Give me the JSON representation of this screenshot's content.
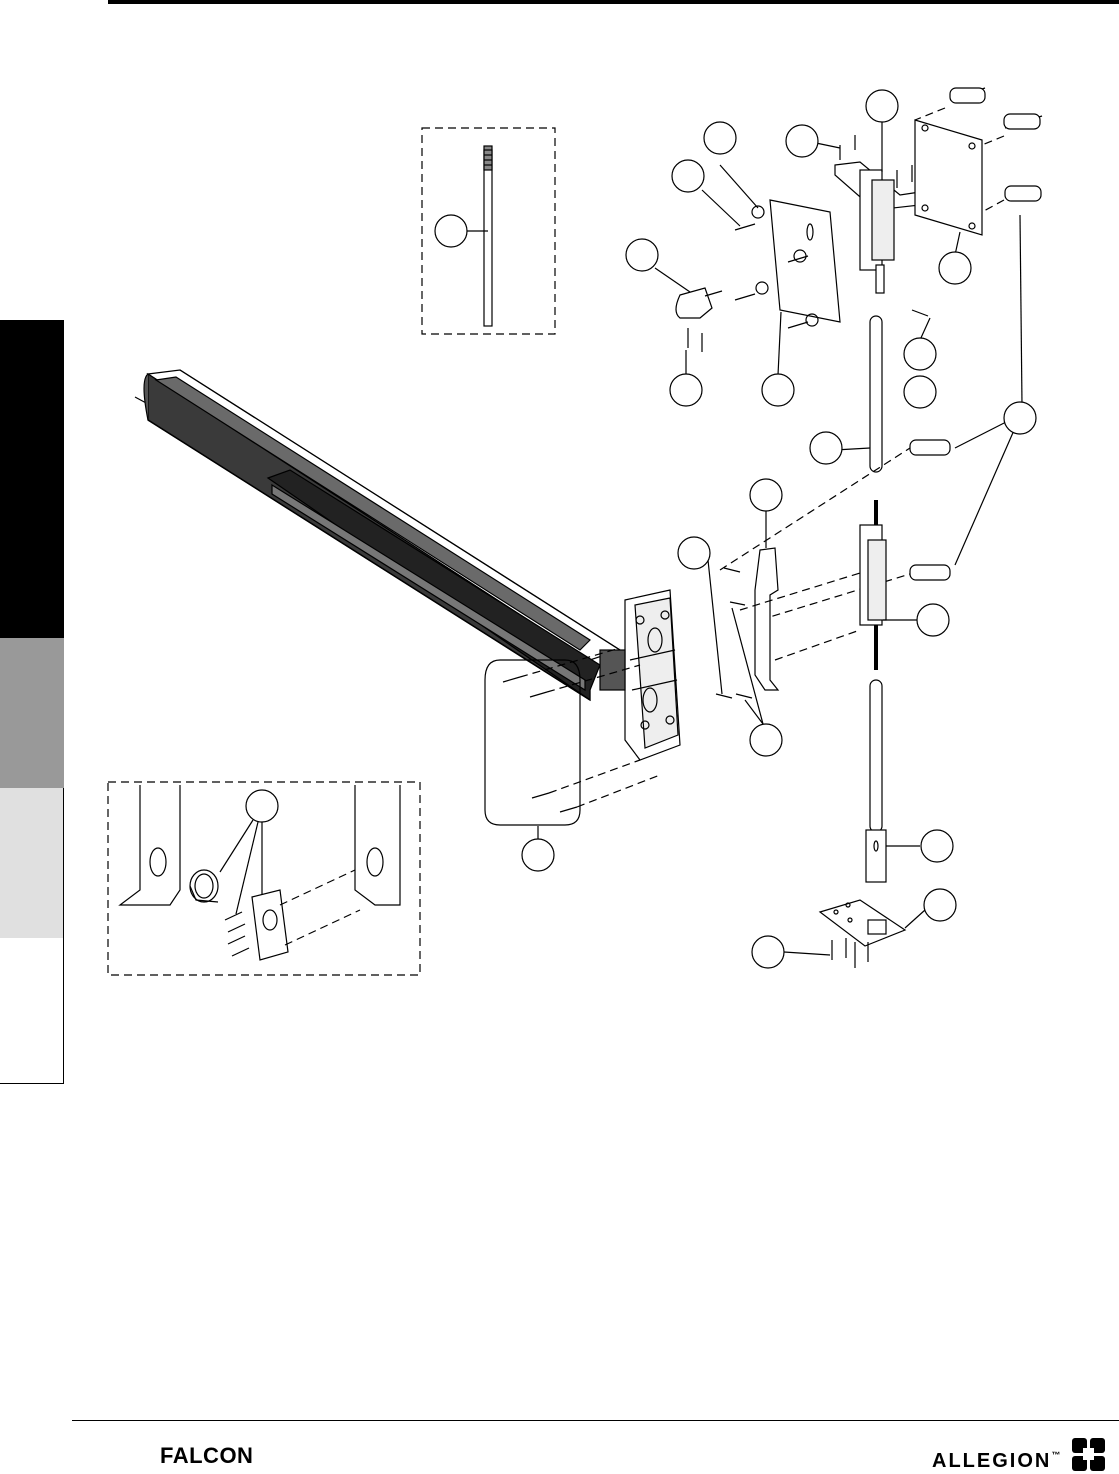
{
  "footer": {
    "brand_left": "FALCON",
    "brand_right": "ALLEGION",
    "trademark": "™"
  },
  "diagram": {
    "icons": [
      "falcon-wordmark",
      "allegion-logo"
    ],
    "colors": {
      "line": "#000000",
      "bar_dark": "#333333",
      "tab_black": "#000000",
      "tab_gray": "#999999",
      "tab_light": "#e0e0e0"
    }
  }
}
